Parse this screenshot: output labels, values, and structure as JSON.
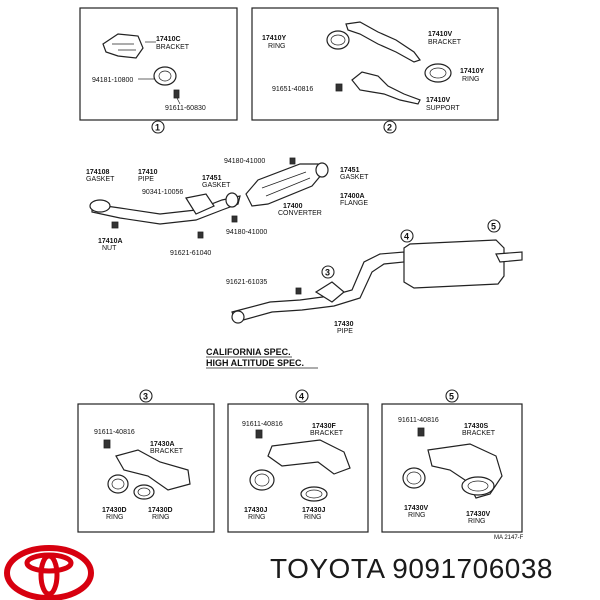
{
  "box1": {
    "number": "1",
    "labels": {
      "bracket_num": "17410C",
      "bracket_name": "BRACKET",
      "clamp_num": "94181-10800",
      "bolt_num": "91611-60830"
    }
  },
  "box2": {
    "number": "2",
    "labels": {
      "ring1_num": "17410Y",
      "ring1_name": "RING",
      "support1_num": "17410V",
      "support1_name": "BRACKET",
      "ring2_num": "17410Y",
      "ring2_name": "RING",
      "bolt_num": "91651-40816",
      "support2_num": "17410V",
      "support2_name": "SUPPORT"
    }
  },
  "main": {
    "gasket1_num": "174108",
    "gasket1_name": "GASKET",
    "pipe_num": "17410",
    "pipe_name": "PIPE",
    "bolt1_num": "90341-10056",
    "gasket2_num": "17451",
    "gasket2_name": "GASKET",
    "nut_top_num": "94180-41000",
    "gasket3_num": "17451",
    "gasket3_name": "GASKET",
    "flange_num": "17400A",
    "flange_name": "FLANGE",
    "converter_num": "17400",
    "converter_name": "CONVERTER",
    "nut_bottom_num": "94180-41000",
    "nut_num": "17410A",
    "nut_name": "NUT",
    "bolt2_num": "91621-61040",
    "bolt3_num": "91621-61035",
    "tail_num": "17430",
    "tail_name": "PIPE",
    "callout3": "3",
    "callout4": "4",
    "callout5": "5"
  },
  "spec": {
    "line1": "CALIFORNIA SPEC.",
    "line2": "HIGH ALTITUDE SPEC."
  },
  "box3": {
    "number": "3",
    "labels": {
      "bolt_num": "91611-40816",
      "bracket_num": "17430A",
      "bracket_name": "BRACKET",
      "ring1_num": "17430D",
      "ring1_name": "RING",
      "ring2_num": "17430D",
      "ring2_name": "RING"
    }
  },
  "box4": {
    "number": "4",
    "labels": {
      "bolt_num": "91611-40816",
      "bracket_num": "17430F",
      "bracket_name": "BRACKET",
      "ring1_num": "17430J",
      "ring1_name": "RING",
      "ring2_num": "17430J",
      "ring2_name": "RING"
    }
  },
  "box5": {
    "number": "5",
    "labels": {
      "bolt_num": "91611-40816",
      "bracket_num": "17430S",
      "bracket_name": "BRACKET",
      "ring1_num": "17430V",
      "ring1_name": "RING",
      "ring2_num": "17430V",
      "ring2_name": "RING"
    }
  },
  "figure_code": "MA 2147-F",
  "brand": {
    "text": "TOYOTA 9091706038",
    "logo_color": "#d7000f"
  }
}
